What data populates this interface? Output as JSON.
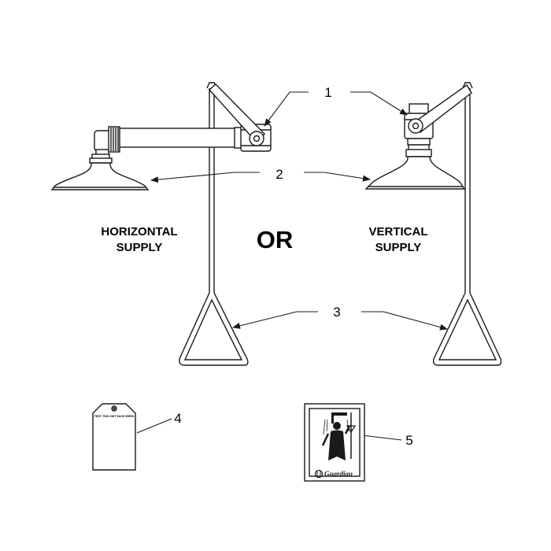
{
  "labels": {
    "horizontal_line1": "HORIZONTAL",
    "horizontal_line2": "SUPPLY",
    "or": "OR",
    "vertical_line1": "VERTICAL",
    "vertical_line2": "SUPPLY"
  },
  "callouts": {
    "c1": "1",
    "c2": "2",
    "c3": "3",
    "c4": "4",
    "c5": "5"
  },
  "tag_text": "TEST THIS UNIT EACH WEEK",
  "sign_brand": "Guardian"
}
